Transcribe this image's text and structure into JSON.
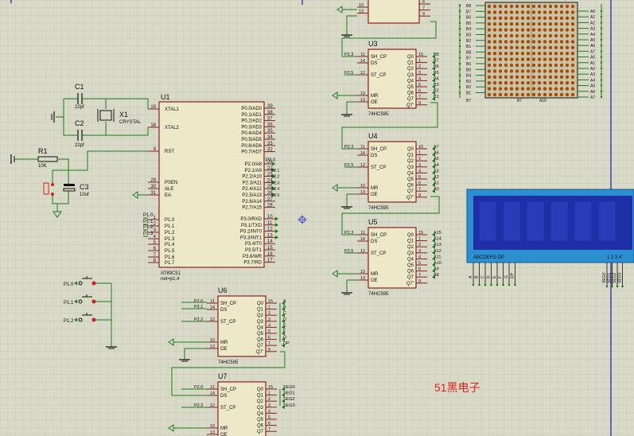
{
  "colors": {
    "background": "#d9d9c8",
    "grid": "#c4c4b0",
    "wire": "#1d7a1d",
    "chip_fill": "#ece8c8",
    "chip_border": "#8a2020",
    "text": "#111111",
    "pin_num": "#222222",
    "sheet_border": "#1a1a9a",
    "led_dot": "#a84a00",
    "lcd_frame": "#2b8fd0",
    "lcd_screen": "#1f2fa8",
    "button_red": "#cc2222",
    "watermark": "#e02020"
  },
  "u1": {
    "ref": "U1",
    "part": "AT89C51",
    "note": "net=p1.4",
    "left_pins": [
      {
        "name": "XTAL1",
        "num": "19"
      },
      {
        "name": "XTAL2",
        "num": "18"
      },
      {
        "name": "RST",
        "num": "9"
      },
      {
        "name": "PSEN",
        "num": "29"
      },
      {
        "name": "ALE",
        "num": "30"
      },
      {
        "name": "EA",
        "num": "31"
      },
      {
        "name": "P1.0",
        "num": "1"
      },
      {
        "name": "P1.1",
        "num": "2"
      },
      {
        "name": "P1.2",
        "num": "3"
      },
      {
        "name": "P1.3",
        "num": "4"
      },
      {
        "name": "P1.4",
        "num": "5"
      },
      {
        "name": "P1.5",
        "num": "6"
      },
      {
        "name": "P1.6",
        "num": "7"
      },
      {
        "name": "P1.7",
        "num": "8"
      }
    ],
    "right_pins": [
      {
        "name": "P0.0/AD0",
        "num": "39"
      },
      {
        "name": "P0.1/AD1",
        "num": "38"
      },
      {
        "name": "P0.2/AD2",
        "num": "37"
      },
      {
        "name": "P0.3/AD3",
        "num": "36"
      },
      {
        "name": "P0.4/AD4",
        "num": "35"
      },
      {
        "name": "P0.5/AD5",
        "num": "34"
      },
      {
        "name": "P0.6/AD6",
        "num": "33"
      },
      {
        "name": "P0.7/AD7",
        "num": "32"
      },
      {
        "name": "P2.0/A8",
        "num": "21"
      },
      {
        "name": "P2.1/A9",
        "num": "22"
      },
      {
        "name": "P2.2/A10",
        "num": "23"
      },
      {
        "name": "P2.3/A11",
        "num": "24"
      },
      {
        "name": "P2.4/A12",
        "num": "25"
      },
      {
        "name": "P2.5/A13",
        "num": "26"
      },
      {
        "name": "P2.6/A14",
        "num": "27"
      },
      {
        "name": "P2.7/A15",
        "num": "28"
      },
      {
        "name": "P3.0/RXD",
        "num": "10"
      },
      {
        "name": "P3.1/TXD",
        "num": "11"
      },
      {
        "name": "P3.2/INT0",
        "num": "12"
      },
      {
        "name": "P3.3/INT1",
        "num": "13"
      },
      {
        "name": "P3.4/T0",
        "num": "14"
      },
      {
        "name": "P3.5/T1",
        "num": "15"
      },
      {
        "name": "P3.6/WR",
        "num": "16"
      },
      {
        "name": "P3.7/RD",
        "num": "17"
      }
    ],
    "p1_net_labels": [
      "P1.0",
      "P1.1",
      "P1.2",
      "P1.3"
    ],
    "p2_net_labels": [
      "P2.0",
      "P2.1",
      "P2.2",
      "P2.3",
      "P2.4",
      "P2.5"
    ]
  },
  "components": {
    "c1": {
      "ref": "C1",
      "value": "22pf"
    },
    "c2": {
      "ref": "C2",
      "value": "22pf"
    },
    "c3": {
      "ref": "C3",
      "value": "10uf"
    },
    "x1": {
      "ref": "X1",
      "value": "CRYSTAL"
    },
    "r1": {
      "ref": "R1",
      "value": "10K"
    }
  },
  "buttons": [
    "P1.0",
    "P1.1",
    "P1.2"
  ],
  "hc595": {
    "part": "74HC595",
    "left_pins": [
      {
        "name": "SH_CP",
        "num": "11"
      },
      {
        "name": "DS",
        "num": "14"
      },
      {
        "name": "ST_CP",
        "num": "12"
      },
      {
        "name": "MR",
        "num": "10"
      },
      {
        "name": "OE",
        "num": "13"
      }
    ],
    "right_pins": [
      {
        "name": "Q0",
        "num": "15"
      },
      {
        "name": "Q1",
        "num": "1"
      },
      {
        "name": "Q2",
        "num": "2"
      },
      {
        "name": "Q3",
        "num": "3"
      },
      {
        "name": "Q4",
        "num": "4"
      },
      {
        "name": "Q5",
        "num": "5"
      },
      {
        "name": "Q6",
        "num": "6"
      },
      {
        "name": "Q7",
        "num": "7"
      },
      {
        "name": "Q7'",
        "num": "9"
      }
    ]
  },
  "chips": [
    {
      "ref": "U3",
      "net_in": [
        "P2.3",
        "",
        "P2.5"
      ],
      "out_labels": [
        "B8",
        "B7",
        "B6",
        "B5",
        "B4",
        "B3",
        "B2",
        "B1"
      ]
    },
    {
      "ref": "U4",
      "net_in": [
        "P2.3",
        "",
        "P2.5"
      ],
      "out_labels": [
        "A7",
        "A6",
        "A5",
        "A4",
        "A3",
        "A2",
        "A1",
        "A0"
      ]
    },
    {
      "ref": "U5",
      "net_in": [
        "P2.3",
        "",
        "P2.5"
      ],
      "out_labels": [
        "A15",
        "A14",
        "A13",
        "A12",
        "A11",
        "A10",
        "A9",
        "A8"
      ]
    },
    {
      "ref": "U6",
      "net_in": [
        "P2.0",
        "P2.1",
        "P2.2"
      ],
      "out_labels": [
        "A",
        "B",
        "C",
        "D",
        "E",
        "F",
        "G",
        "DP"
      ]
    },
    {
      "ref": "U7",
      "net_in": [
        "P2.0",
        "",
        "P2.2"
      ],
      "out_labels": [
        "SEG0",
        "SEG1",
        "SEG2",
        "SEG3",
        "",
        "",
        "",
        ""
      ]
    }
  ],
  "top_chip_fragment": {
    "pins": [
      {
        "l": "10",
        "r": "6"
      },
      {
        "l": "13",
        "r": "7"
      },
      {
        "l": "",
        "r": "9"
      }
    ]
  },
  "matrix": {
    "row_labels_left": [
      "B8",
      "B7",
      "B6",
      "B5",
      "B4",
      "B3",
      "B2",
      "B1",
      "B8",
      "B7",
      "B6",
      "B5",
      "B4",
      "B3",
      "B2",
      "B1"
    ],
    "row_labels_right": [
      "A0",
      "A1",
      "A2",
      "A3",
      "A4",
      "A5",
      "A6",
      "A7",
      "A0",
      "A1",
      "A2",
      "A3",
      "A4",
      "A5",
      "A6",
      "A7"
    ],
    "bottom_labels": [
      "B7",
      "B7",
      "A15"
    ]
  },
  "lcd": {
    "label_left": "ABCDEFG DP",
    "label_right": "1 2 3 4",
    "pins_left": [
      "A",
      "B",
      "C",
      "D",
      "E",
      "F",
      "G",
      "DP"
    ],
    "pins_right": [
      "SEG0",
      "SEG1",
      "SEG2",
      "SEG3"
    ]
  },
  "watermark": "51黑电子"
}
